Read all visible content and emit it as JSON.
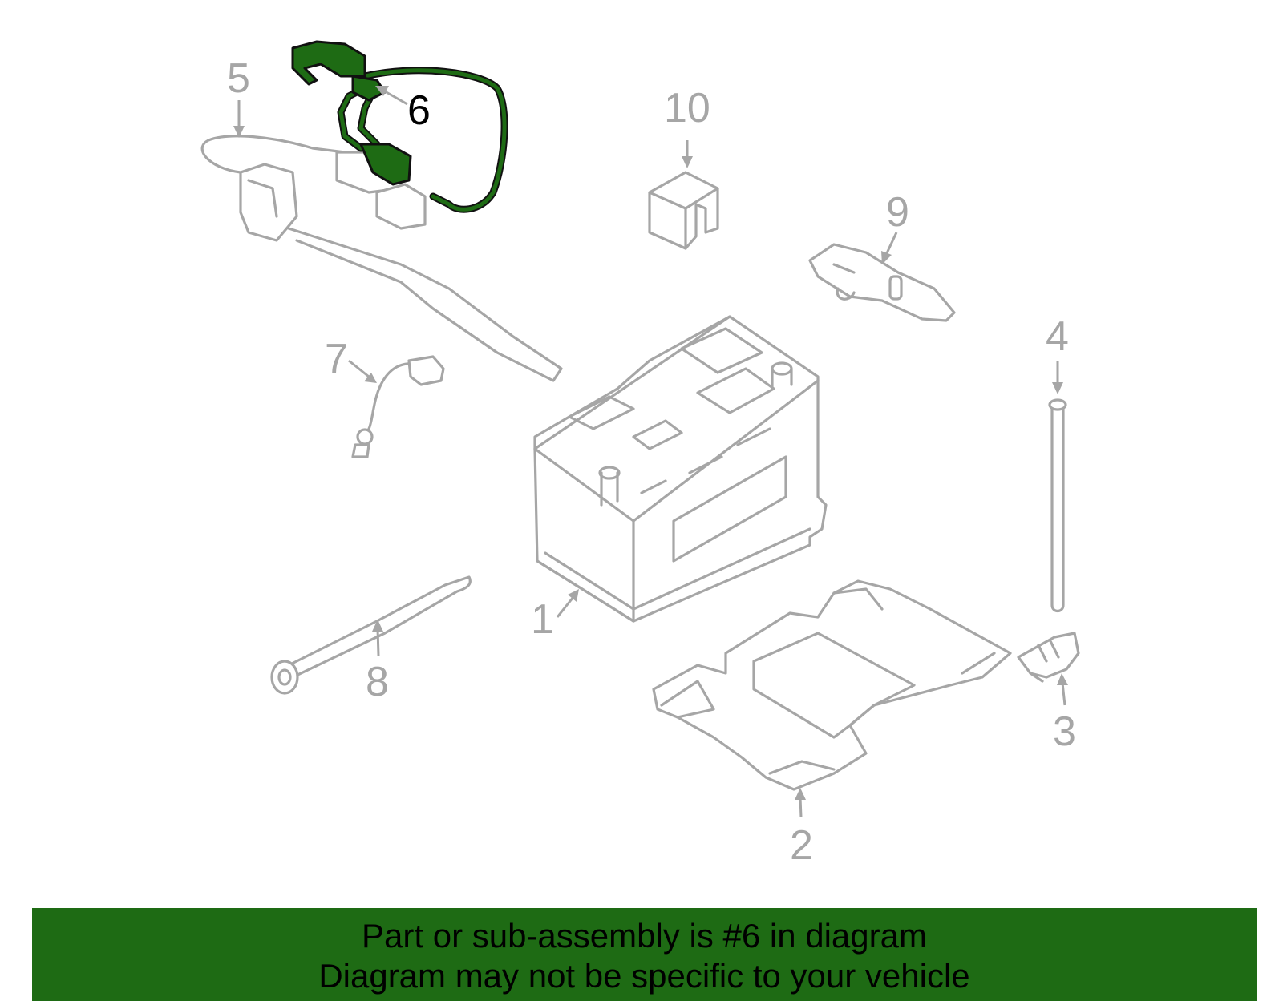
{
  "diagram": {
    "highlight_color": "#1e6b14",
    "line_color": "#a6a6a6",
    "callouts": [
      {
        "id": "1",
        "label": "1"
      },
      {
        "id": "2",
        "label": "2"
      },
      {
        "id": "3",
        "label": "3"
      },
      {
        "id": "4",
        "label": "4"
      },
      {
        "id": "5",
        "label": "5"
      },
      {
        "id": "6",
        "label": "6",
        "highlighted": true
      },
      {
        "id": "7",
        "label": "7"
      },
      {
        "id": "8",
        "label": "8"
      },
      {
        "id": "9",
        "label": "9"
      },
      {
        "id": "10",
        "label": "10"
      }
    ]
  },
  "banner": {
    "line1": "Part or sub-assembly is #6 in diagram",
    "line2": "Diagram may not be specific to your vehicle",
    "background": "#1e6b14"
  }
}
